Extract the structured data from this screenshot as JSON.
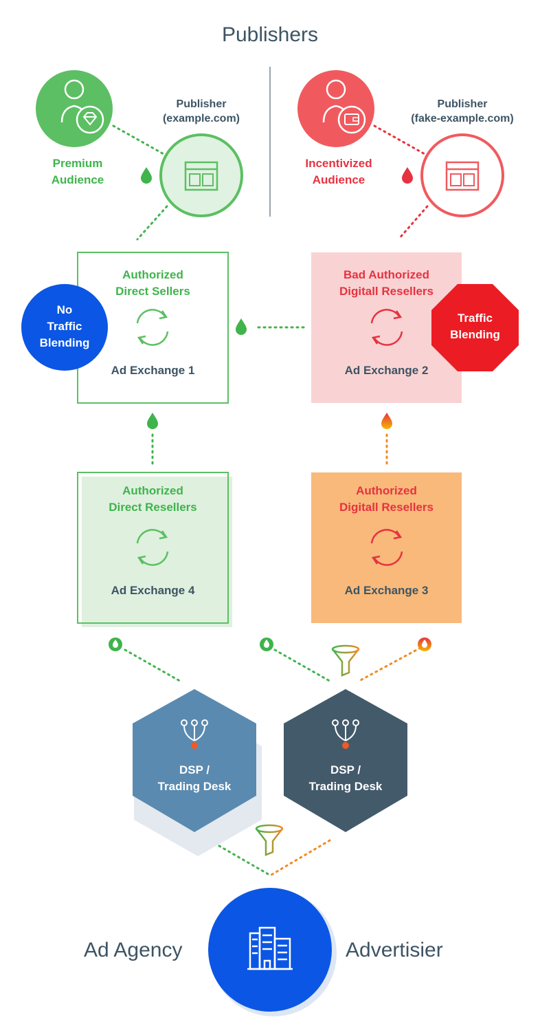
{
  "title": "Publishers",
  "publishers": {
    "left": {
      "label_line1": "Publisher",
      "label_line2": "(example.com)",
      "audience_line1": "Premium",
      "audience_line2": "Audience",
      "icon": "premium-user-icon"
    },
    "right": {
      "label_line1": "Publisher",
      "label_line2": "(fake-example.com)",
      "audience_line1": "Incentivized",
      "audience_line2": "Audience",
      "icon": "incentivized-user-icon"
    }
  },
  "exchanges": {
    "ex1": {
      "title_line1": "Authorized",
      "title_line2": "Direct Sellers",
      "name": "Ad Exchange 1"
    },
    "ex2": {
      "title_line1": "Bad Authorized",
      "title_line2": "Digitall Resellers",
      "name": "Ad Exchange 2"
    },
    "ex3": {
      "title_line1": "Authorized",
      "title_line2": "Digitall Resellers",
      "name": "Ad Exchange 3"
    },
    "ex4": {
      "title_line1": "Authorized",
      "title_line2": "Direct Resellers",
      "name": "Ad Exchange 4"
    }
  },
  "badges": {
    "no_blending": {
      "line1": "No",
      "line2": "Traffic",
      "line3": "Blending"
    },
    "blending": {
      "line1": "Traffic",
      "line2": "Blending"
    }
  },
  "dsp": {
    "left": {
      "line1": "DSP /",
      "line2": "Trading Desk"
    },
    "right": {
      "line1": "DSP /",
      "line2": "Trading Desk"
    }
  },
  "bottom": {
    "left": "Ad Agency",
    "right": "Advertisier",
    "icon": "building-icon"
  },
  "colors": {
    "green": "#3fb44c",
    "red": "#e63240",
    "orange": "#f08a24",
    "blue": "#0b56e4",
    "dsp_left": "#5a8ab0",
    "dsp_right": "#435a6b",
    "ex2_fill": "#f9d3d3",
    "ex3_fill": "#f8b97a",
    "ex4_fill": "#dff0df",
    "text_dark": "#3d5464"
  }
}
